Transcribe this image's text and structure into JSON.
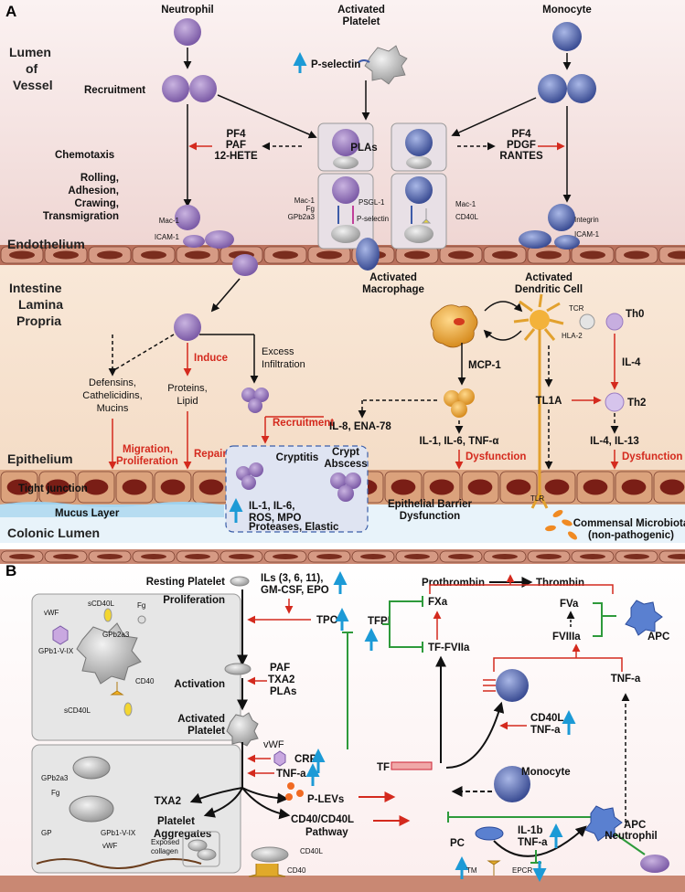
{
  "panel_a": {
    "letter": "A",
    "regions": {
      "lumen": [
        "Lumen",
        "of",
        "Vessel"
      ],
      "endothelium": "Endothelium",
      "lamina": [
        "Intestine",
        "Lamina",
        "Propria"
      ],
      "epithelium": "Epithelium",
      "colonic_lumen": "Colonic Lumen"
    },
    "cells": {
      "neutrophil": "Neutrophil",
      "activated_platelet": [
        "Activated",
        "Platelet"
      ],
      "monocyte": "Monocyte",
      "activated_macrophage": [
        "Activated",
        "Macrophage"
      ],
      "activated_dendritic": [
        "Activated",
        "Dendritic Cell"
      ],
      "th0": "Th0",
      "th2": "Th2"
    },
    "labels": {
      "recruitment": "Recruitment",
      "chemotaxis": "Chemotaxis",
      "rolling": [
        "Rolling,",
        "Adhesion,",
        "Crawing,",
        "Transmigration"
      ],
      "p_selectin": "P-selectin",
      "plas": "PLAs",
      "pf4_left": [
        "PF4",
        "PAF",
        "12-HETE"
      ],
      "pf4_right": [
        "PF4",
        "PDGF",
        "RANTES"
      ],
      "mac1_fg": [
        "Mac-1",
        "Fg",
        "GPb2a3"
      ],
      "psgl1": [
        "PSGL-1",
        "P-selectin"
      ],
      "mac1_cd40l": [
        "Mac-1",
        "CD40L"
      ],
      "mac1_icam": [
        "Mac-1",
        "ICAM-1"
      ],
      "integrin_icam": [
        "Integrin",
        "ICAM-1"
      ],
      "defensins": [
        "Defensins,",
        "Cathelicidins,",
        "Mucins"
      ],
      "induce": "Induce",
      "proteins": [
        "Proteins,",
        "Lipid"
      ],
      "excess": [
        "Excess",
        "Infiltration"
      ],
      "mcp1": "MCP-1",
      "tcr": "TCR",
      "hla2": "HLA-2",
      "il4": "IL-4",
      "tl1a": "TL1A",
      "recruitment_red": "Recruitment",
      "il8": "IL-8, ENA-78",
      "il1": "IL-1, IL-6, TNF-α",
      "il4_il13": "IL-4, IL-13",
      "migration": [
        "Migration,",
        "Proliferation"
      ],
      "repair": "Repair",
      "cryptitis": "Cryptitis",
      "crypt_abscess": [
        "Crypt",
        "Abscess"
      ],
      "dysfunction1": "Dysfunction",
      "dysfunction2": "Dysfunction",
      "tight_junction": "Tight junction",
      "mucus": "Mucus Layer",
      "il1_box": [
        "IL-1, IL-6,",
        "ROS, MPO"
      ],
      "proteases": "Proteases, Elastic",
      "barrier": [
        "Epithelial Barrier",
        "Dysfunction"
      ],
      "tlr": "TLR",
      "commensal": [
        "Commensal Microbiota",
        "(non-pathogenic)"
      ]
    }
  },
  "panel_b": {
    "letter": "B",
    "labels": {
      "resting_platelet": "Resting Platelet",
      "proliferation": "Proliferation",
      "ils": [
        "ILs (3, 6, 11),",
        "GM-CSF, EPO"
      ],
      "tpo": "TPO",
      "tfpi": "TFPI",
      "activation": "Activation",
      "paf": [
        "PAF",
        "TXA2",
        "PLAs"
      ],
      "activated_platelet": [
        "Activated",
        "Platelet"
      ],
      "vwf": "vWF",
      "crp": "CRP",
      "tnfa": "TNF-a",
      "txa2": "TXA2",
      "plevs": "P-LEVs",
      "platelet_aggregates": [
        "Platelet",
        "Aggregates"
      ],
      "cd40_pathway": [
        "CD40/CD40L",
        "Pathway"
      ],
      "prothrombin": "Prothrombin",
      "thrombin": "Thrombin",
      "fxa": "FXa",
      "tf_fviia": "TF-FVIIa",
      "fva": "FVa",
      "fviiia": "FVIIIa",
      "apc_top": "APC",
      "tnfa_right": "TNF-a",
      "tf": "TF",
      "cd40l_tnfa": [
        "CD40L",
        "TNF-a"
      ],
      "monocyte": "Monocyte",
      "pc": "PC",
      "il1b_tnfa": [
        "IL-1b",
        "TNF-a"
      ],
      "apc_bottom": "APC",
      "neutrophil": "Neutrophil",
      "tm": "TM",
      "epcr": "EPCR",
      "cd40l_small": "CD40L",
      "cd40_small": "CD40"
    },
    "inset_top": {
      "vwf": "vWF",
      "scd40l_top": "sCD40L",
      "fg": "Fg",
      "gpb2a3": "GPb2a3",
      "gpb1": "GPb1-V-IX",
      "cd40": "CD40",
      "scd40l_bottom": "sCD40L"
    },
    "inset_bottom": {
      "gpb2a3": "GPb2a3",
      "fg": "Fg",
      "gp": "GP",
      "gpb1": "GPb1-V-IX",
      "vwf": "vWF",
      "exposed": [
        "Exposed",
        "collagen"
      ]
    }
  },
  "colors": {
    "red_arrow": "#d42a1e",
    "blue_arrow": "#1c9ad6",
    "green_inhibit": "#2e9a3b",
    "vessel_bg": "#f5e4e4",
    "lamina_bg": "#f7e3cd",
    "endothelial_cell": "#c98873",
    "neutrophil": "#9b7bc0",
    "monocyte": "#4a5ea8"
  }
}
